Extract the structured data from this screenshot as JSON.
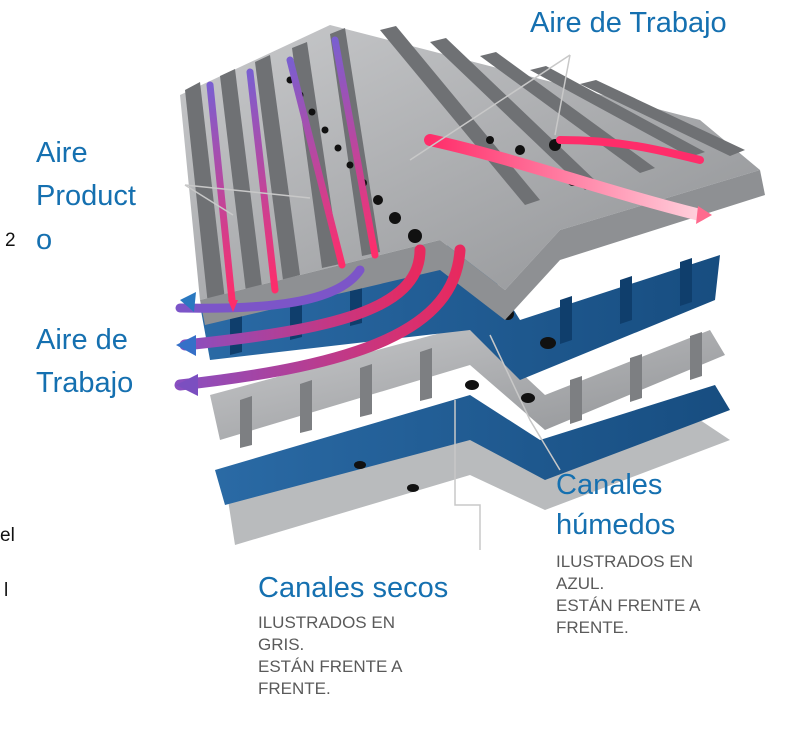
{
  "labels": {
    "aire_trabajo_top": "Aire de Trabajo",
    "aire_producto_line1": "Aire",
    "aire_producto_line2": "Product",
    "aire_producto_line3": "o",
    "aire_trabajo_left_line1": "Aire de",
    "aire_trabajo_left_line2": "Trabajo",
    "canales_humedos_line1": "Canales",
    "canales_humedos_line2": "húmedos",
    "canales_secos": "Canales secos"
  },
  "notes": {
    "humedos_line1": "ILUSTRADOS EN",
    "humedos_line2": "AZUL.",
    "humedos_line3": "ESTÁN FRENTE A",
    "humedos_line4": "FRENTE.",
    "secos_line1": "ILUSTRADOS EN",
    "secos_line2": "GRIS.",
    "secos_line3": "ESTÁN FRENTE A",
    "secos_line4": "FRENTE."
  },
  "edge_fragments": [
    "2",
    "el",
    "l"
  ],
  "colors": {
    "label_blue": "#1570b0",
    "wet_channel": "#1d5a92",
    "dry_channel": "#a9abad",
    "product_air": "#e8295e",
    "working_air": "#8a4fc0"
  }
}
